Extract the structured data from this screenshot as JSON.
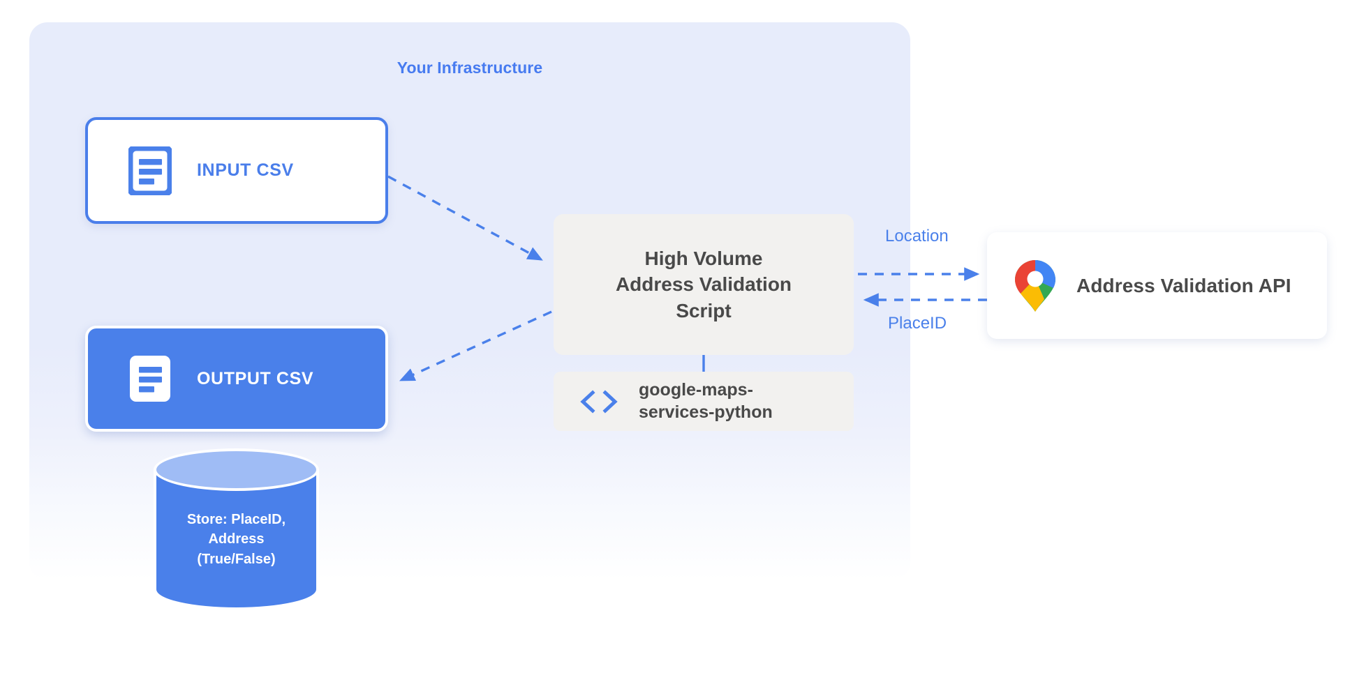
{
  "diagram": {
    "title": "Your Infrastructure",
    "nodes": {
      "input_csv": {
        "label": "INPUT CSV",
        "icon": "document-icon"
      },
      "output_csv": {
        "label": "OUTPUT CSV",
        "icon": "document-icon"
      },
      "script": {
        "label": "High Volume\nAddress Validation\nScript"
      },
      "library": {
        "label": "google-maps-\nservices-python",
        "icon": "code-brackets-icon"
      },
      "api": {
        "label": "Address Validation API",
        "icon": "google-maps-pin-icon"
      },
      "database": {
        "label": "Store: PlaceID,\nAddress\n(True/False)",
        "icon": "database-cylinder-icon"
      }
    },
    "edges": {
      "location_label": "Location",
      "placeid_label": "PlaceID"
    },
    "colors": {
      "panel_background": "#e7ecfb",
      "accent_blue": "#4a80ea",
      "title_blue": "#477bf0",
      "card_gray": "#f2f1ef",
      "text_dark": "#494949",
      "db_top": "#9fbcf5",
      "maps_blue": "#4285f4",
      "maps_red": "#ea4335",
      "maps_yellow": "#fbbc04",
      "maps_green": "#34a853"
    }
  }
}
